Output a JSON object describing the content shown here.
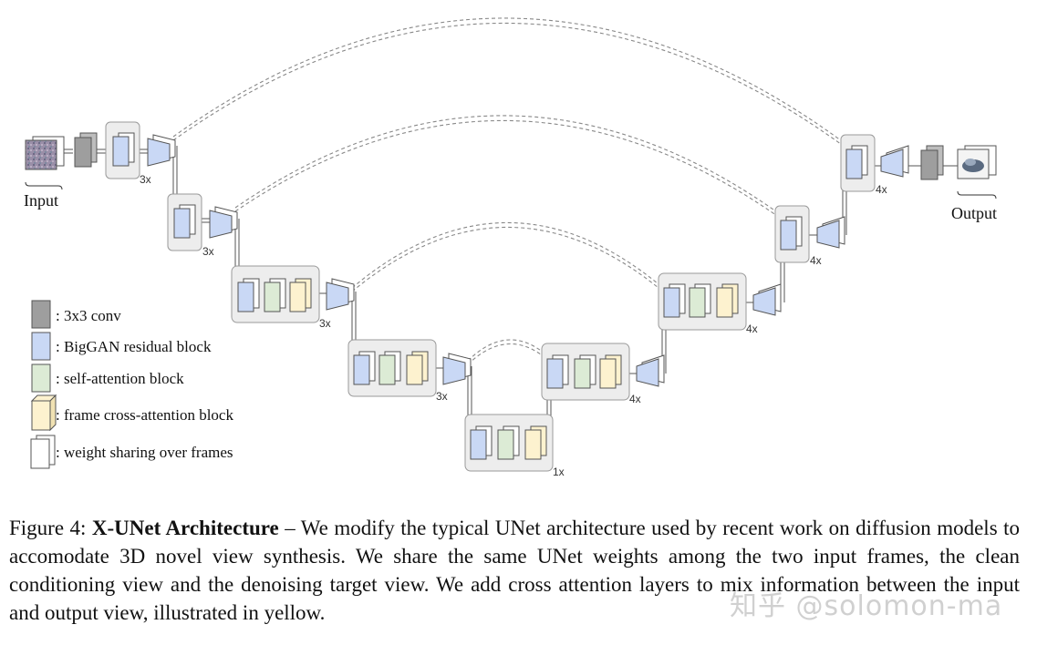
{
  "labels": {
    "input": "Input",
    "output": "Output"
  },
  "multipliers": [
    "3x",
    "3x",
    "3x",
    "3x",
    "1x",
    "4x",
    "4x",
    "4x",
    "4x"
  ],
  "legend": [
    {
      "key": "conv",
      "text": ": 3x3 conv"
    },
    {
      "key": "resblock",
      "text": ": BigGAN residual block"
    },
    {
      "key": "selfattn",
      "text": ": self-attention block"
    },
    {
      "key": "crossattn",
      "text": ": frame cross-attention block"
    },
    {
      "key": "sharing",
      "text": ": weight sharing over frames"
    }
  ],
  "colors": {
    "conv": "#9e9e9e",
    "resblock": "#c9d8f5",
    "selfattn": "#dcebd5",
    "crossattn": "#fdf2cf",
    "group": "#ededed",
    "edge": "#555555"
  },
  "caption": {
    "figure_label": "Figure 4: ",
    "bold_title": "X-UNet Architecture",
    "body": " – We modify the typical UNet architecture used by recent work on diffusion models to accomodate 3D novel view synthesis. We share the same UNet weights among the two input frames, the clean conditioning view and the denoising target view. We add cross attention layers to mix information between the input and output view, illustrated in yellow."
  },
  "watermark": "知乎 @solomon-ma"
}
